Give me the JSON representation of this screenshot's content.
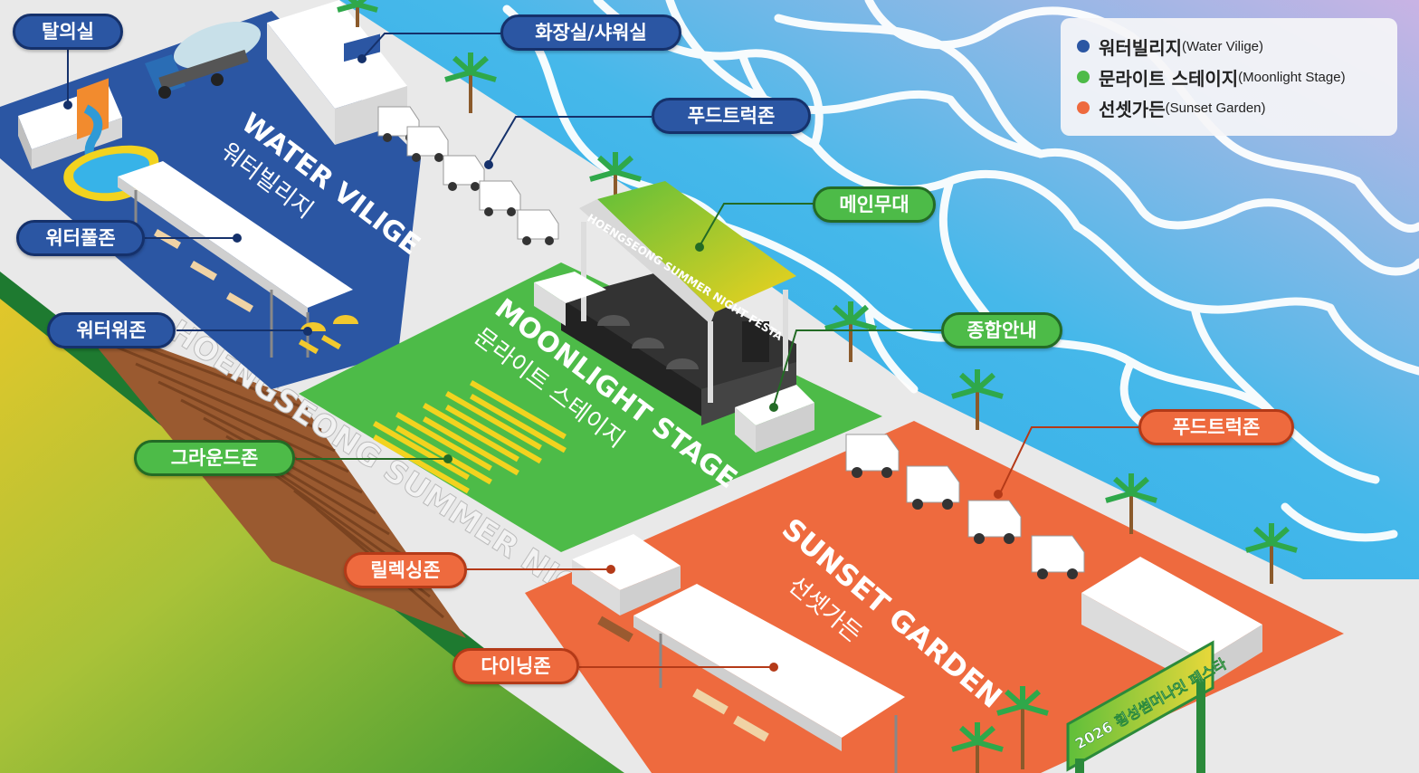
{
  "colors": {
    "water_village": "#2b56a3",
    "moonlight_stage": "#4dbb48",
    "sunset_garden": "#ee6a3e",
    "sea": "#3bb6e8",
    "road": "#e6e6e6"
  },
  "legend": [
    {
      "ko": "워터빌리지",
      "en": "(Water Vilige)",
      "color": "#2b56a3"
    },
    {
      "ko": "문라이트 스테이지",
      "en": "(Moonlight Stage)",
      "color": "#4dbb48"
    },
    {
      "ko": "선셋가든",
      "en": "(Sunset Garden)",
      "color": "#ee6a3e"
    }
  ],
  "zones": {
    "water": {
      "title_en": "WATER VILIGE",
      "title_ko": "워터빌리지"
    },
    "moon": {
      "title_en": "MOONLIGHT STAGE",
      "title_ko": "문라이트 스테이지"
    },
    "sunset": {
      "title_en": "SUNSET GARDEN",
      "title_ko": "선셋가든"
    }
  },
  "stage_banner": "HOENGSEONG SUMMER NIGHT FESTA",
  "stairs_text": "HOENGSEONG SUMMER NIGHT FESTA",
  "gate_text": "2026 횡성썸머나잇 페스타",
  "callouts": {
    "changing_room": "탈의실",
    "restroom_shower": "화장실/샤워실",
    "food_truck_north": "푸드트럭존",
    "main_stage": "메인무대",
    "water_pool": "워터풀존",
    "water_war": "워터워존",
    "info_center": "종합안내",
    "food_truck_south": "푸드트럭존",
    "ground_zone": "그라운드존",
    "relaxing_zone": "릴렉싱존",
    "dining_zone": "다이닝존"
  }
}
